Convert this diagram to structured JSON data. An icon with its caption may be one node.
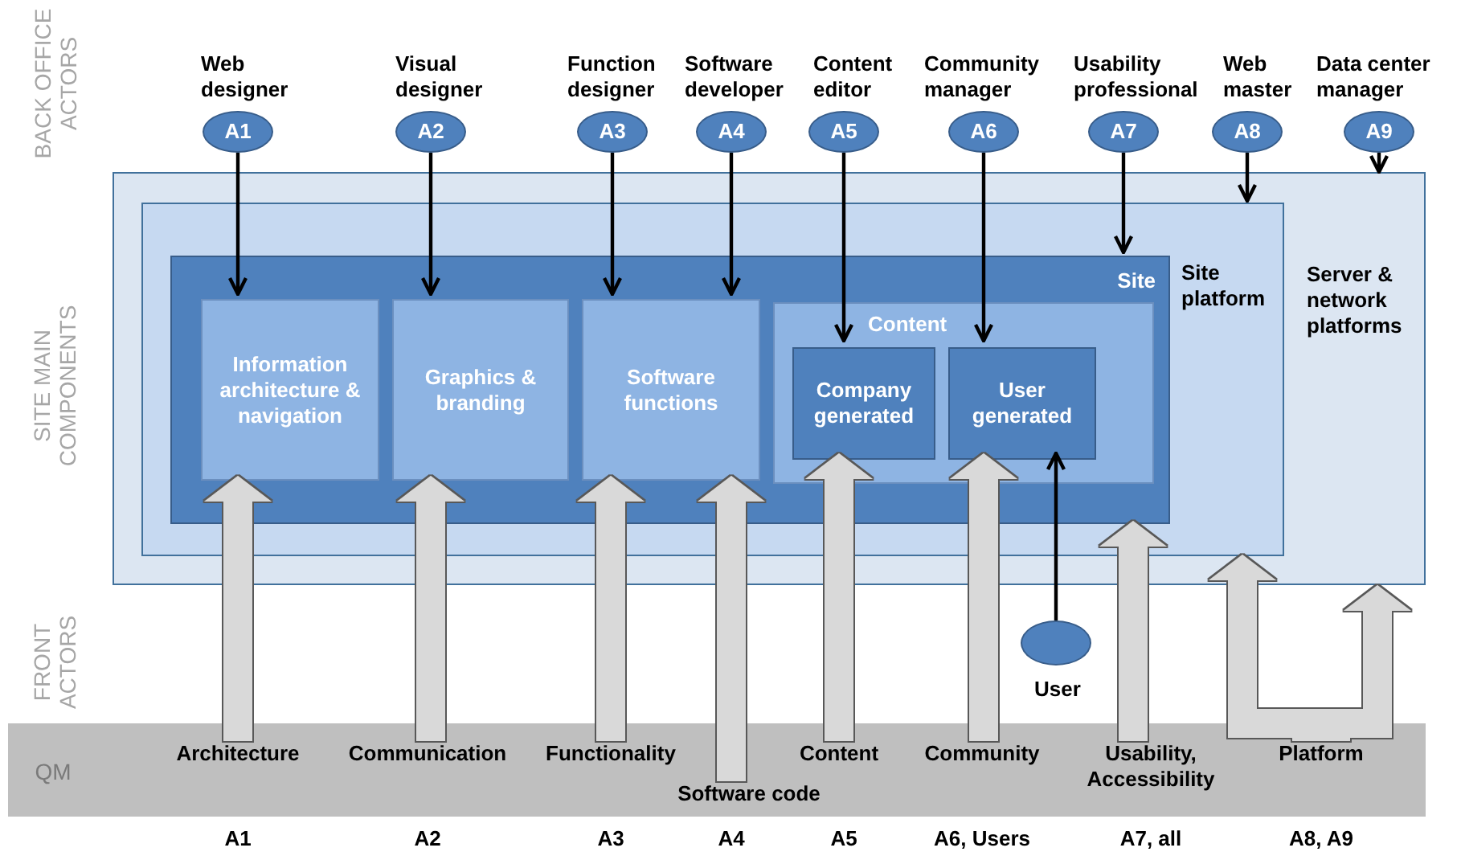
{
  "diagram": {
    "nodes": [
      {
        "text": [
          "Server & network platforms"
        ]
      },
      {
        "text": [
          "Site platform"
        ],
        "in": 0
      },
      {
        "text": [
          "Site"
        ],
        "in": 1
      },
      {
        "text": [
          "Information architecture & navigation"
        ],
        "in": 2
      },
      {
        "text": [
          "Graphics & branding"
        ],
        "in": 2
      },
      {
        "text": [
          "Software functions"
        ],
        "in": 2
      },
      {
        "text": [
          "Content"
        ],
        "in": 2
      },
      {
        "text": [
          "Company generated"
        ],
        "in": 6
      },
      {
        "text": [
          "User generated"
        ],
        "in": 6
      },
      {
        "text": [
          "A1"
        ],
        "beside": [
          "Web designer"
        ]
      },
      {
        "text": [
          "A2"
        ],
        "beside": [
          "Visual designer"
        ]
      },
      {
        "text": [
          "A3"
        ],
        "beside": [
          "Function designer"
        ]
      },
      {
        "text": [
          "A4"
        ],
        "beside": [
          "Software developer"
        ]
      },
      {
        "text": [
          "A5"
        ],
        "beside": [
          "Content editor"
        ]
      },
      {
        "text": [
          "A6"
        ],
        "beside": [
          "Community manager"
        ]
      },
      {
        "text": [
          "A7"
        ],
        "beside": [
          "Usability professional"
        ]
      },
      {
        "text": [
          "A8"
        ],
        "beside": [
          "Web master"
        ]
      },
      {
        "text": [
          "A9"
        ],
        "beside": [
          "Data center manager"
        ]
      },
      {
        "text": [],
        "shape": "circle",
        "beside": [
          "User"
        ]
      },
      {
        "text": [
          "Architecture"
        ]
      },
      {
        "text": [
          "Communication"
        ]
      },
      {
        "text": [
          "Functionality"
        ]
      },
      {
        "text": [
          "Software code"
        ]
      },
      {
        "text": [
          "Content"
        ]
      },
      {
        "text": [
          "Community"
        ]
      },
      {
        "text": [
          "Usability, Accessibility"
        ]
      },
      {
        "text": [
          "Platform"
        ]
      }
    ],
    "edges": [
      {
        "from": 9,
        "to": 3,
        "arrow": "to"
      },
      {
        "from": 10,
        "to": 4,
        "arrow": "to"
      },
      {
        "from": 11,
        "to": 5,
        "arrow": "to"
      },
      {
        "from": 12,
        "to": 5,
        "arrow": "to"
      },
      {
        "from": 13,
        "to": 7,
        "arrow": "to"
      },
      {
        "from": 14,
        "to": 8,
        "arrow": "to"
      },
      {
        "from": 15,
        "to": 2,
        "arrow": "to"
      },
      {
        "from": 16,
        "to": 1,
        "arrow": "to"
      },
      {
        "from": 17,
        "to": 0,
        "arrow": "to"
      },
      {
        "from": 18,
        "to": 8,
        "arrow": "to"
      },
      {
        "from": 19,
        "to": 3,
        "arrow": "to",
        "style": "thick",
        "color": "#d9d9d9"
      },
      {
        "from": 20,
        "to": 4,
        "arrow": "to",
        "style": "thick",
        "color": "#d9d9d9"
      },
      {
        "from": 21,
        "to": 5,
        "arrow": "to",
        "style": "thick",
        "color": "#d9d9d9"
      },
      {
        "from": 22,
        "to": 5,
        "arrow": "to",
        "style": "thick",
        "color": "#d9d9d9"
      },
      {
        "from": 23,
        "to": 7,
        "arrow": "to",
        "style": "thick",
        "color": "#d9d9d9"
      },
      {
        "from": 24,
        "to": 8,
        "arrow": "to",
        "style": "thick",
        "color": "#d9d9d9"
      },
      {
        "from": 25,
        "to": 2,
        "arrow": "to",
        "style": "thick",
        "color": "#d9d9d9"
      },
      {
        "from": 26,
        "to": 1,
        "arrow": "to",
        "style": "thick",
        "color": "#d9d9d9"
      },
      {
        "from": 26,
        "to": 0,
        "arrow": "to",
        "style": "thick",
        "color": "#d9d9d9"
      }
    ],
    "labels": [
      "BACK OFFICE ACTORS",
      "SITE MAIN COMPONENTS",
      "FRONT ACTORS",
      "QM",
      "A1",
      "A2",
      "A3",
      "A4",
      "A5",
      "A6, Users",
      "A7, all",
      "A8, A9"
    ]
  }
}
